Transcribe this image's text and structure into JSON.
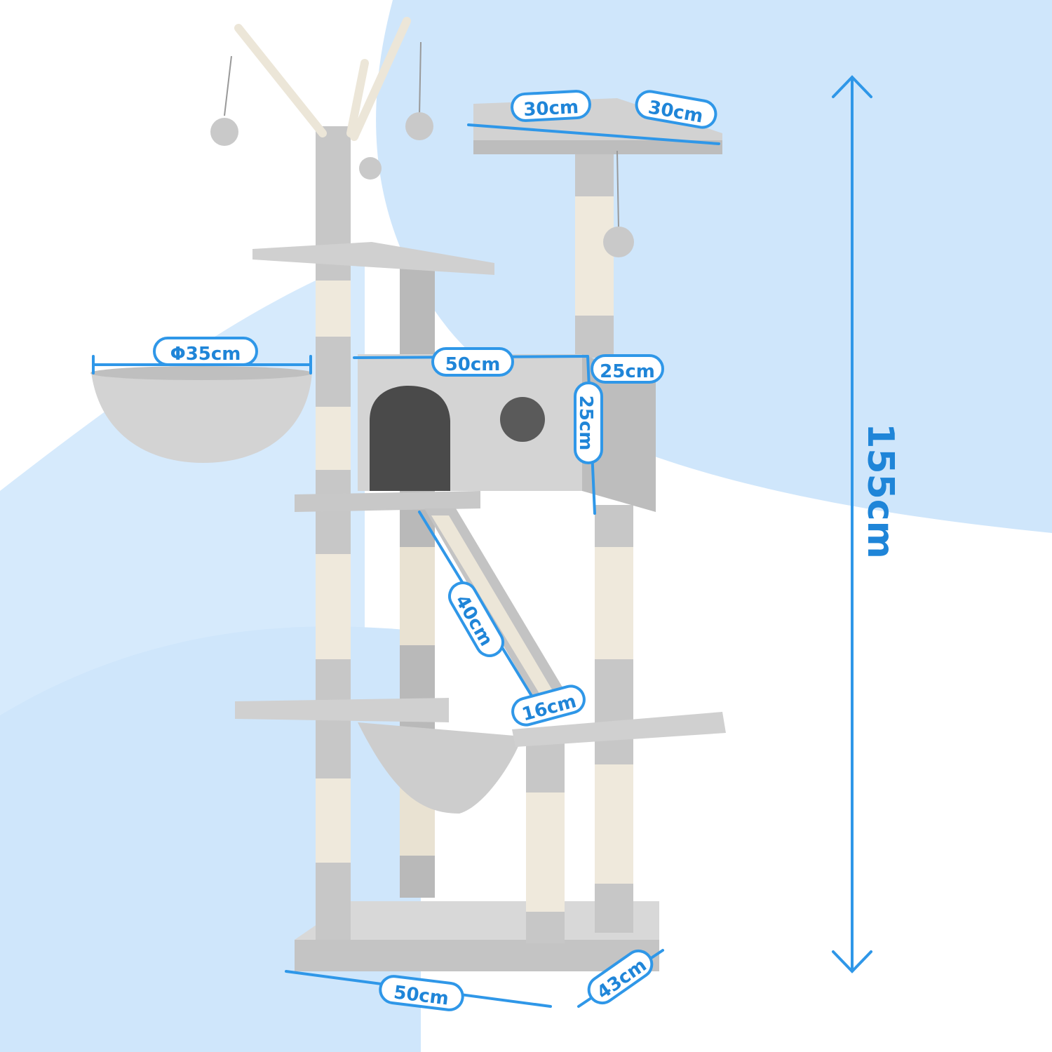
{
  "colors": {
    "accent": "#2f97e8",
    "background_blue": "#cfe6fb",
    "plush_gray": "#c9c9c9",
    "sisal": "#efe9dc"
  },
  "dimensions": {
    "top_platform_width": "30cm",
    "top_platform_depth": "30cm",
    "basket_diameter": "Φ35cm",
    "condo_width": "50cm",
    "condo_depth": "25cm",
    "condo_height": "25cm",
    "ramp_length": "40cm",
    "ramp_width": "16cm",
    "base_width": "50cm",
    "base_depth": "43cm",
    "total_height": "155cm"
  },
  "icons": [
    "double-arrow-icon",
    "ruler-line-icon"
  ]
}
